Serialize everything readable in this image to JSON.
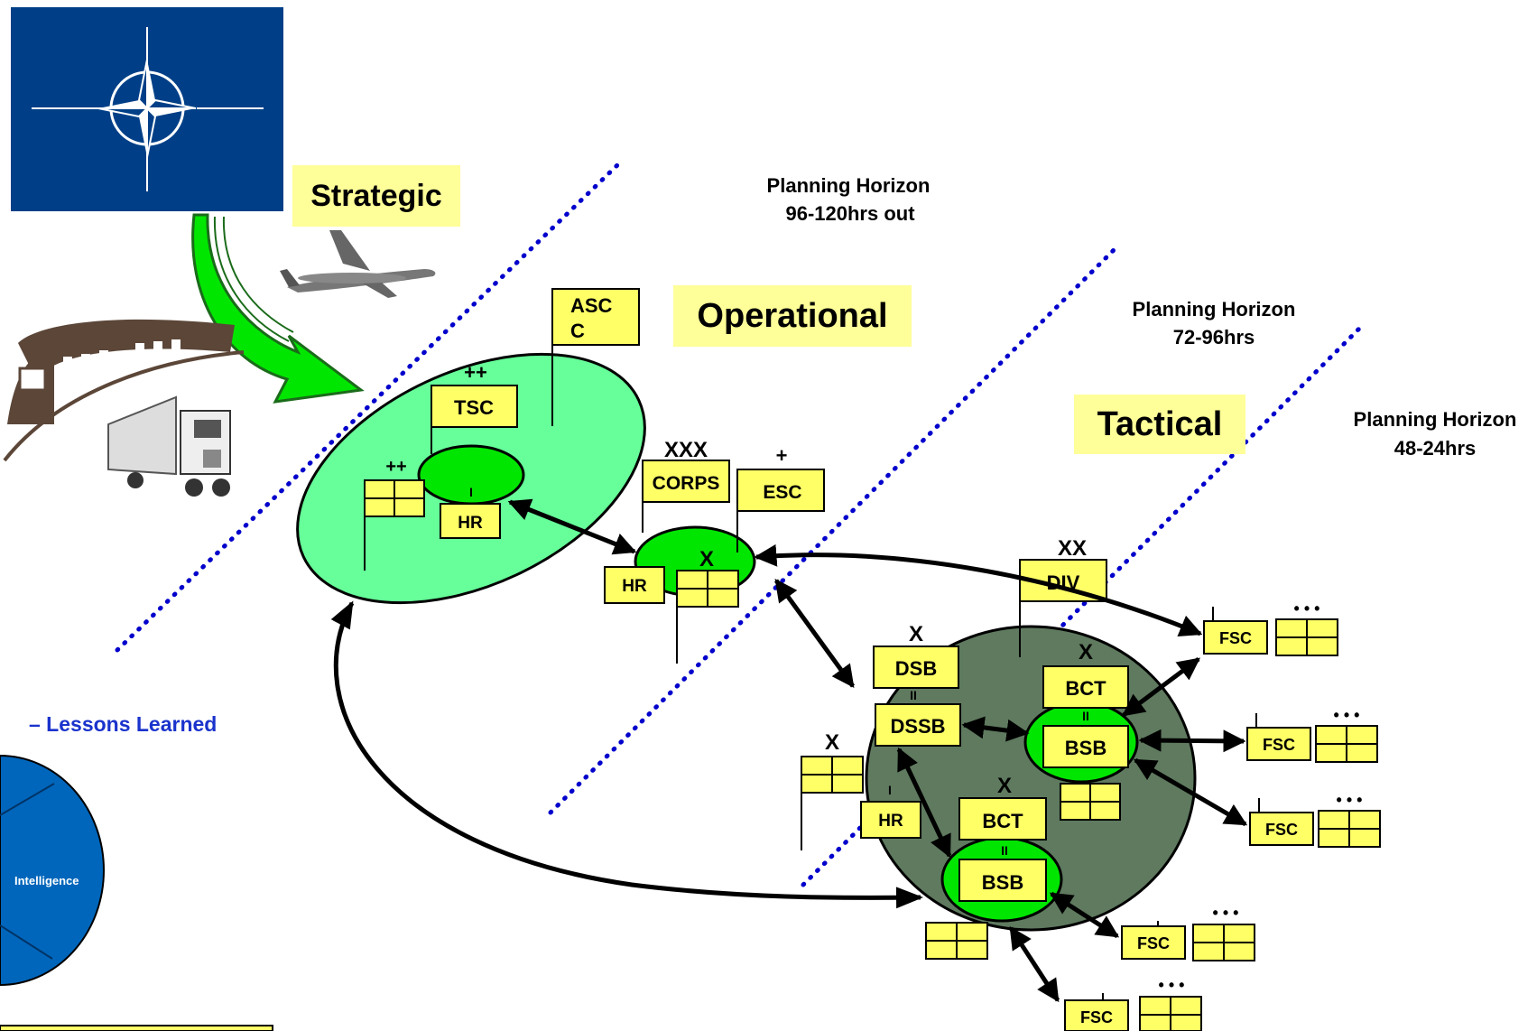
{
  "emblem": {
    "name": "nato-compass-emblem",
    "bg_color": "#003f87"
  },
  "levels": {
    "strategic": "Strategic",
    "operational": "Operational",
    "tactical": "Tactical"
  },
  "horizons": [
    {
      "line1": "Planning Horizon",
      "line2": "96-120hrs out"
    },
    {
      "line1": "Planning Horizon",
      "line2": "72-96hrs"
    },
    {
      "line1": "Planning Horizon",
      "line2": "48-24hrs"
    }
  ],
  "units": {
    "asc": {
      "line1": "ASC",
      "line2": "C"
    },
    "tsc": {
      "echelon": "++",
      "label": "TSC"
    },
    "hr_theater": {
      "echelon": "I",
      "label": "HR"
    },
    "theater_unit": {
      "echelon": "++"
    },
    "corps": {
      "echelon": "XXX",
      "label": "CORPS"
    },
    "esc": {
      "echelon": "+",
      "label": "ESC"
    },
    "hr_corps": {
      "label": "HR"
    },
    "corps_unit": {
      "echelon": "X"
    },
    "div": {
      "echelon": "XX",
      "label": "DIV"
    },
    "dsb": {
      "echelon": "X",
      "label": "DSB"
    },
    "dssb": {
      "echelon": "II",
      "label": "DSSB"
    },
    "bct1": {
      "echelon": "X",
      "label": "BCT"
    },
    "bsb1": {
      "echelon": "II",
      "label": "BSB"
    },
    "bct2": {
      "echelon": "X",
      "label": "BCT"
    },
    "bsb2": {
      "echelon": "II",
      "label": "BSB"
    },
    "hr_div": {
      "echelon": "I",
      "label": "HR"
    },
    "div_unit": {
      "echelon": "X"
    },
    "fsc": {
      "label": "FSC",
      "echelon": "• • •"
    }
  },
  "sidebar": {
    "title": "– Lessons Learned",
    "wheel_label": "Intelligence"
  },
  "colors": {
    "light_green": "#66ff99",
    "bright_green": "#00e600",
    "dark_green": "#5f7a5f",
    "unit_yellow": "#ffff66",
    "label_bg": "#ffff99",
    "dotted_blue": "#0000cc",
    "wheel_blue": "#0066bb"
  }
}
